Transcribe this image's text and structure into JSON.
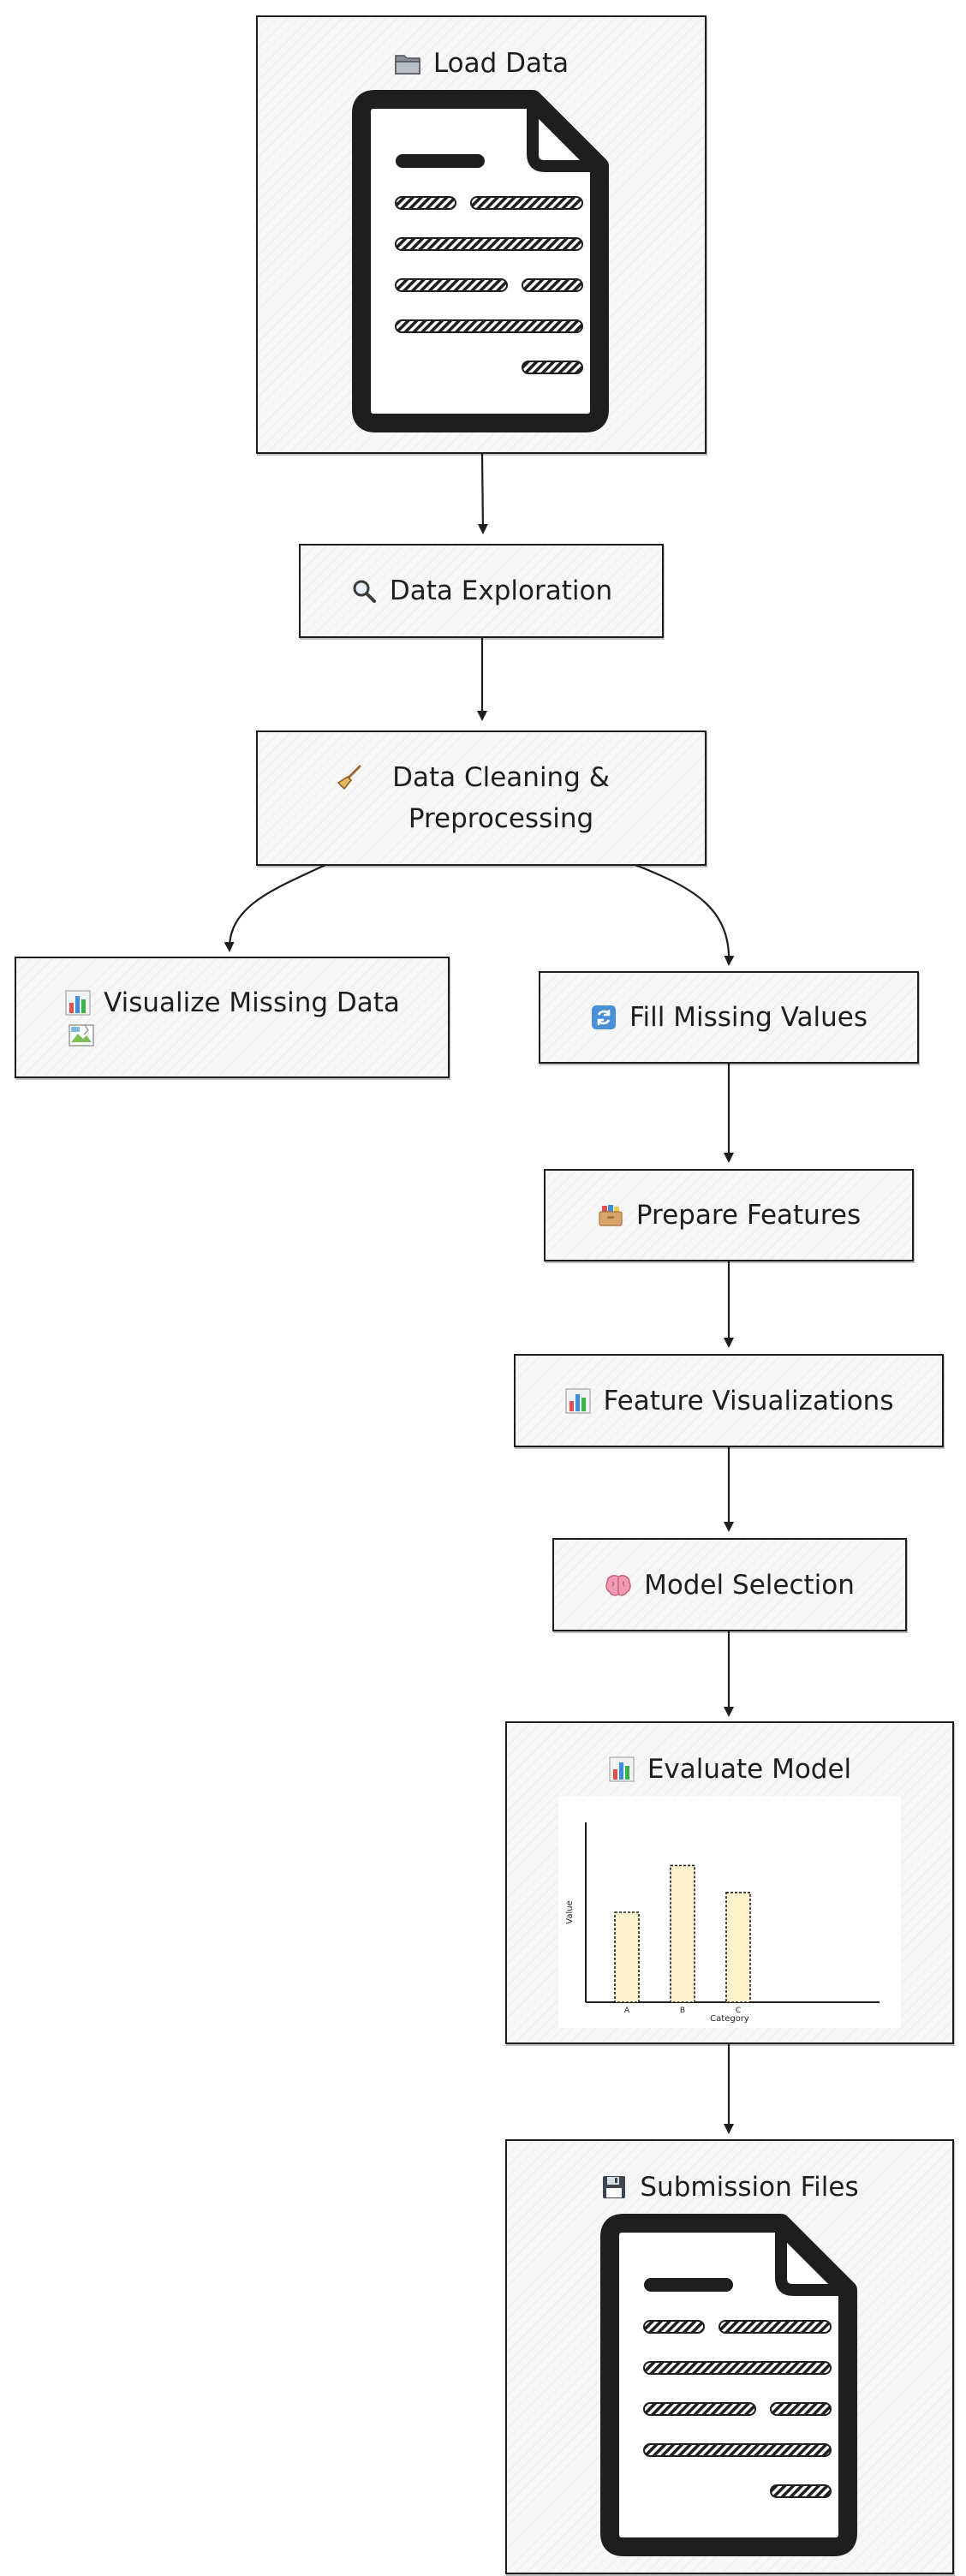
{
  "diagram": {
    "nodes": {
      "load": {
        "label": "Load Data",
        "icon": "folder-icon"
      },
      "explore": {
        "label": "Data Exploration",
        "icon": "magnifier-icon"
      },
      "clean": {
        "label": "Data Cleaning & Preprocessing",
        "icon": "broom-icon"
      },
      "visualize_missing": {
        "label": "Visualize Missing Data",
        "icon": "bar-chart-icon"
      },
      "fill_missing": {
        "label": "Fill Missing Values",
        "icon": "refresh-icon"
      },
      "prepare": {
        "label": "Prepare Features",
        "icon": "card-file-box-icon"
      },
      "feature_viz": {
        "label": "Feature Visualizations",
        "icon": "bar-chart-icon"
      },
      "model_select": {
        "label": "Model Selection",
        "icon": "brain-icon"
      },
      "evaluate": {
        "label": "Evaluate Model",
        "icon": "bar-chart-icon"
      },
      "submission": {
        "label": "Submission Files",
        "icon": "floppy-disk-icon"
      }
    },
    "edges": [
      {
        "from": "load",
        "to": "explore"
      },
      {
        "from": "explore",
        "to": "clean"
      },
      {
        "from": "clean",
        "to": "visualize_missing"
      },
      {
        "from": "clean",
        "to": "fill_missing"
      },
      {
        "from": "fill_missing",
        "to": "prepare"
      },
      {
        "from": "prepare",
        "to": "feature_viz"
      },
      {
        "from": "feature_viz",
        "to": "model_select"
      },
      {
        "from": "model_select",
        "to": "evaluate"
      },
      {
        "from": "evaluate",
        "to": "submission"
      }
    ]
  },
  "chart_data": {
    "type": "bar",
    "categories": [
      "A",
      "B",
      "C"
    ],
    "values": [
      5,
      7.6,
      6.1
    ],
    "xlabel": "Category",
    "ylabel": "Value",
    "ylim": [
      0,
      10
    ],
    "bar_color": "#fff2cc",
    "bar_stroke": "#1e1e1e"
  }
}
